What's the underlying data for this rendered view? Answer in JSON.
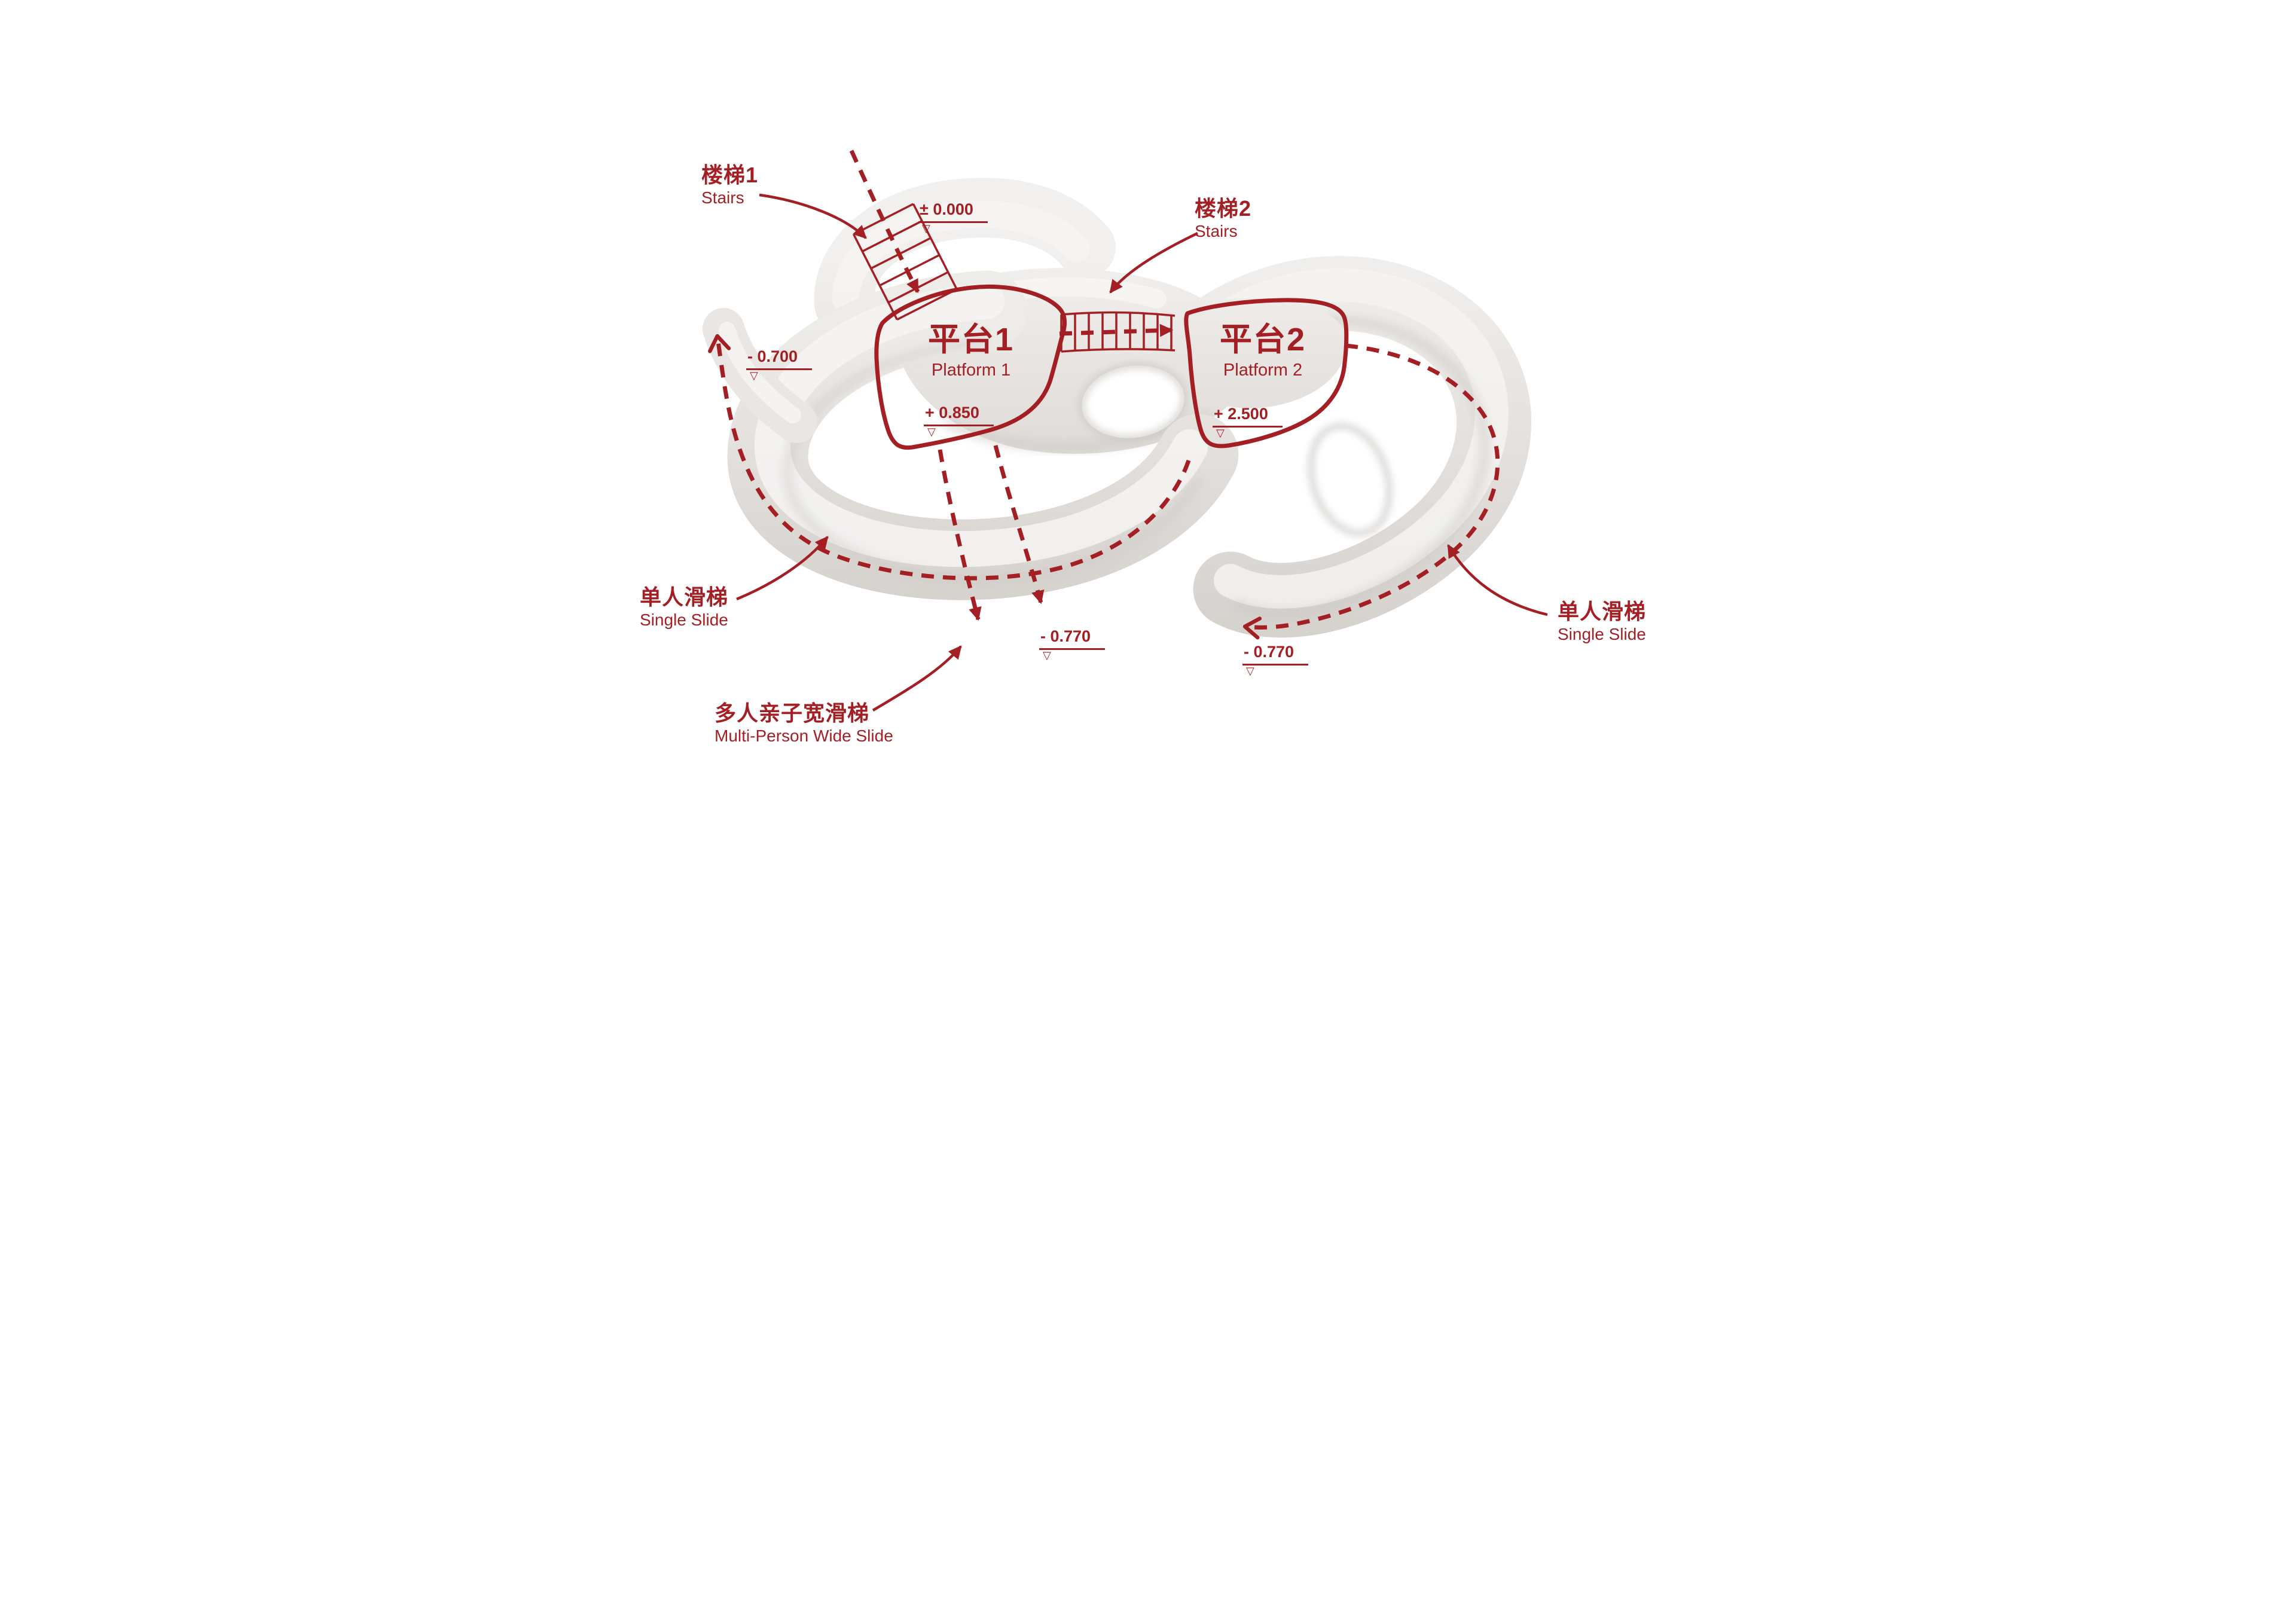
{
  "symbols": {
    "level_triangle": "▽"
  },
  "colors": {
    "annotation_red": "#A31F24",
    "background": "#FFFFFF",
    "form_base": "#E8E5E2",
    "form_shade": "#C9C5C1",
    "form_highlight": "#F6F5F3"
  },
  "callouts": {
    "stairs1": {
      "zh": "楼梯1",
      "en": "Stairs"
    },
    "stairs2": {
      "zh": "楼梯2",
      "en": "Stairs"
    },
    "platform1": {
      "zh": "平台1",
      "en": "Platform 1"
    },
    "platform2": {
      "zh": "平台2",
      "en": "Platform 2"
    },
    "single_slide_left": {
      "zh": "单人滑梯",
      "en": "Single Slide"
    },
    "single_slide_right": {
      "zh": "单人滑梯",
      "en": "Single Slide"
    },
    "wide_slide": {
      "zh": "多人亲子宽滑梯",
      "en": "Multi-Person Wide Slide"
    }
  },
  "levels": {
    "datum": "± 0.000",
    "platform1": "+ 0.850",
    "platform2": "+ 2.500",
    "left_runout": "- 0.700",
    "center_runout": "- 0.770",
    "right_runout": "- 0.770"
  }
}
